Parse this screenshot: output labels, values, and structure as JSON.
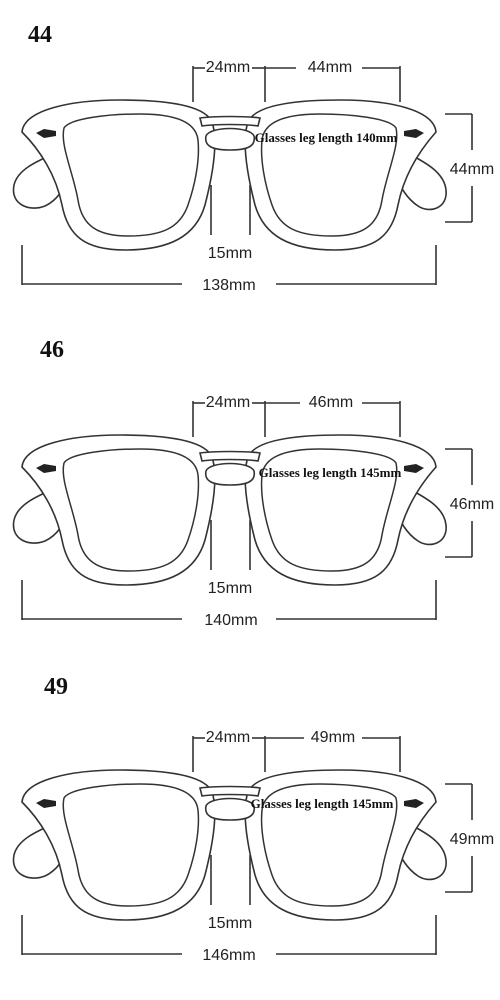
{
  "panels": [
    {
      "size": "44",
      "bridge": "24mm",
      "lens_width": "44mm",
      "lens_height": "44mm",
      "leg_text": "Glasses leg length 140mm",
      "nose": "15mm",
      "total_width": "138mm"
    },
    {
      "size": "46",
      "bridge": "24mm",
      "lens_width": "46mm",
      "lens_height": "46mm",
      "leg_text": "Glasses leg length 145mm",
      "nose": "15mm",
      "total_width": "140mm"
    },
    {
      "size": "49",
      "bridge": "24mm",
      "lens_width": "49mm",
      "lens_height": "49mm",
      "leg_text": "Glasses leg length 145mm",
      "nose": "15mm",
      "total_width": "146mm"
    }
  ]
}
